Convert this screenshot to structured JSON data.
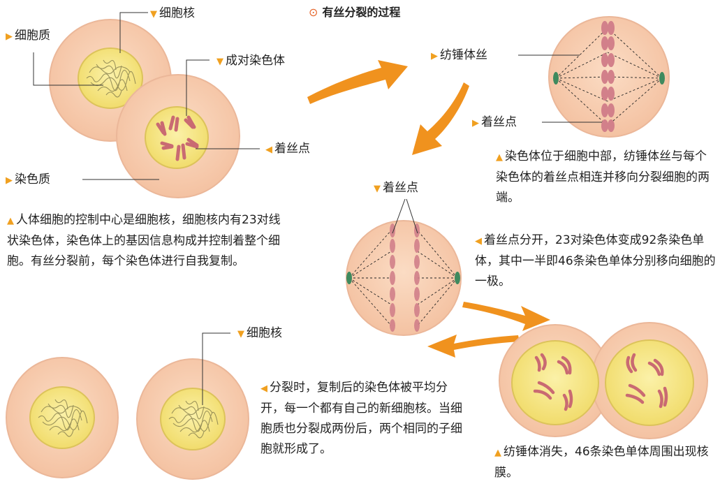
{
  "title": "有丝分裂的过程",
  "labels": {
    "nucleus_top": "细胞核",
    "cytoplasm": "细胞质",
    "paired_chromosomes": "成对染色体",
    "centromere_left": "着丝点",
    "chromatin": "染色质",
    "spindle_fibers": "纺锤体丝",
    "centromere_right": "着丝点",
    "centromere_middle": "着丝点",
    "nucleus_bottom": "细胞核"
  },
  "captions": {
    "step1": "人体细胞的控制中心是细胞核，细胞核内有23对线状染色体，染色体上的基因信息构成并控制着整个细胞。有丝分裂前，每个染色体进行自我复制。",
    "step2": "染色体位于细胞中部，纺锤体丝与每个染色体的着丝点相连并移向分裂细胞的两端。",
    "step3": "着丝点分开，23对染色体变成92条染色单体，其中一半即46条染色单体分别移向细胞的一极。",
    "step4": "纺锤体消失，46条染色单体周围出现核膜。",
    "step5": "分裂时，复制后的染色体被平均分开，每一个都有自己的新细胞核。当细胞质也分裂成两份后，两个相同的子细胞就形成了。"
  },
  "colors": {
    "cell_fill": "#f7cdb0",
    "cell_stroke": "#e8b090",
    "nucleus_fill": "#f7e98a",
    "chromosome": "#c96a72",
    "arrow": "#f0921e",
    "marker": "#f0a020",
    "centriole": "#3f8a5e"
  },
  "icons": {
    "title_marker": "circle-dot-icon",
    "label_marker": "triangle-icon"
  }
}
